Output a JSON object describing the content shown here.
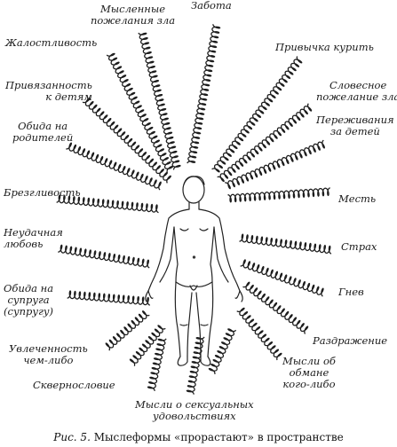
{
  "labels": {
    "zabota": "Забота",
    "myslennye": "Мысленные\nпожелания зла",
    "zhalost": "Жалостливость",
    "privychka": "Привычка курить",
    "privyazannost": "Привязанность\nк детям",
    "slovesnoe": "Словесное\nпожелание зла",
    "obida_rod": "Обида на\nродителей",
    "perezhivaniya": "Переживания\nза детей",
    "brezglivost": "Брезгливость",
    "mest": "Месть",
    "neudachnaya": "Неудачная\nлюбовь",
    "strakh": "Страх",
    "obida_supr": "Обида на\nсупруга\n(супругу)",
    "gnev": "Гнев",
    "razdrazhenie": "Раздражение",
    "uvlechennost": "Увлеченность\nчем-либо",
    "mysli_obman": "Мысли об\nобмане\nкого-либо",
    "skvernoslovie": "Сквернословие",
    "mysli_seks": "Мысли о сексуальных\nудовольствиях"
  },
  "caption": {
    "prefix": "Рис. 5.",
    "text": " Мыслеформы «прорастают» в пространстве"
  }
}
